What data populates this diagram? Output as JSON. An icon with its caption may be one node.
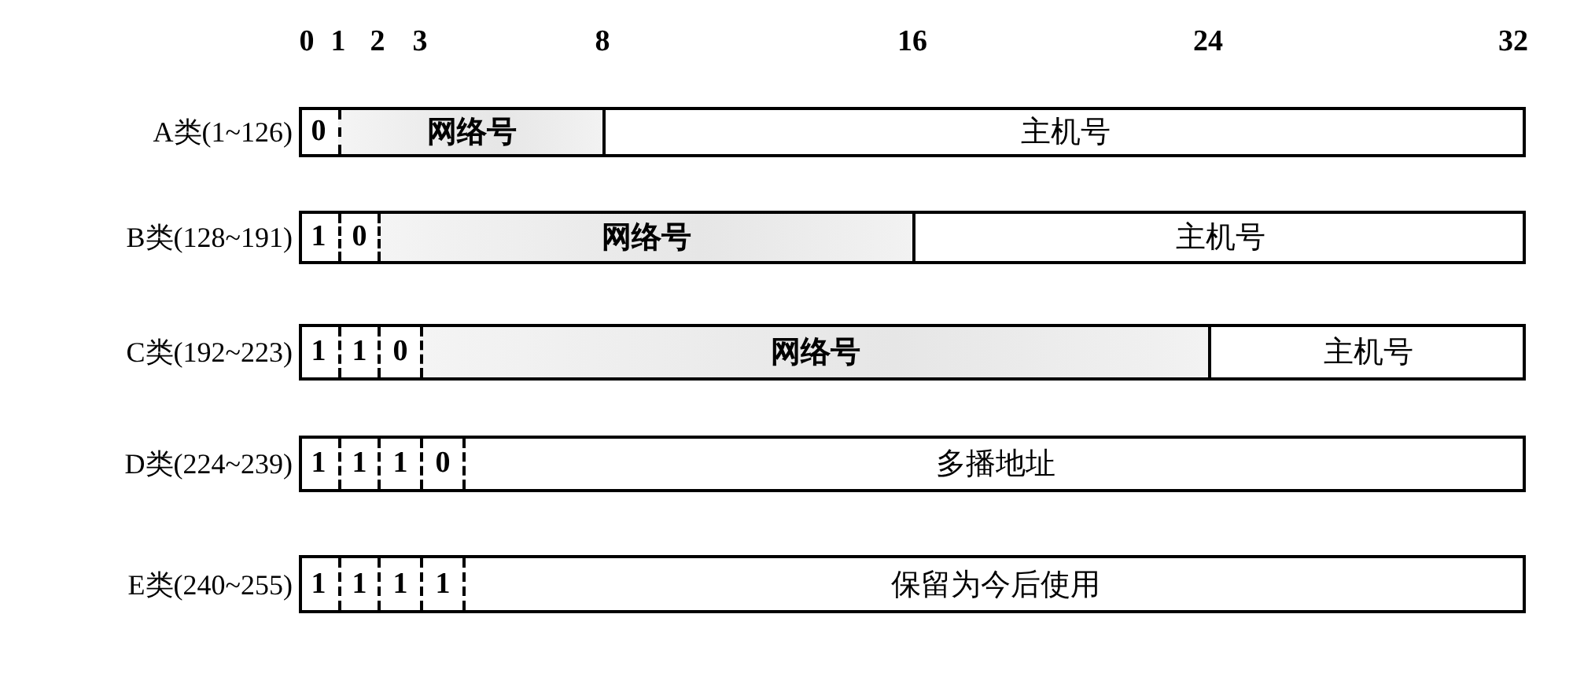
{
  "diagram": {
    "nodes": [
      {
        "text": [],
        "shape": "bar",
        "beside": [
          "A类(1~126)"
        ]
      },
      {
        "text": [
          "0"
        ],
        "in": 0
      },
      {
        "text": [
          "网络号"
        ],
        "in": 0
      },
      {
        "text": [
          "主机号"
        ],
        "in": 0
      },
      {
        "text": [],
        "shape": "bar",
        "beside": [
          "B类(128~191)"
        ]
      },
      {
        "text": [
          "1"
        ],
        "in": 4
      },
      {
        "text": [
          "0"
        ],
        "in": 4
      },
      {
        "text": [
          "网络号"
        ],
        "in": 4
      },
      {
        "text": [
          "主机号"
        ],
        "in": 4
      },
      {
        "text": [],
        "shape": "bar",
        "beside": [
          "C类(192~223)"
        ]
      },
      {
        "text": [
          "1"
        ],
        "in": 9
      },
      {
        "text": [
          "1"
        ],
        "in": 9
      },
      {
        "text": [
          "0"
        ],
        "in": 9
      },
      {
        "text": [
          "网络号"
        ],
        "in": 9
      },
      {
        "text": [
          "主机号"
        ],
        "in": 9
      },
      {
        "text": [],
        "shape": "bar",
        "beside": [
          "D类(224~239)"
        ]
      },
      {
        "text": [
          "1"
        ],
        "in": 15
      },
      {
        "text": [
          "1"
        ],
        "in": 15
      },
      {
        "text": [
          "1"
        ],
        "in": 15
      },
      {
        "text": [
          "0"
        ],
        "in": 15
      },
      {
        "text": [
          "多播地址"
        ],
        "in": 15
      },
      {
        "text": [],
        "shape": "bar",
        "beside": [
          "E类(240~255)"
        ]
      },
      {
        "text": [
          "1"
        ],
        "in": 21
      },
      {
        "text": [
          "1"
        ],
        "in": 21
      },
      {
        "text": [
          "1"
        ],
        "in": 21
      },
      {
        "text": [
          "1"
        ],
        "in": 21
      },
      {
        "text": [
          "保留为今后使用"
        ],
        "in": 21
      }
    ],
    "edges": [],
    "labels": [
      "0",
      "1",
      "2",
      "3",
      "8",
      "16",
      "24",
      "32"
    ]
  }
}
